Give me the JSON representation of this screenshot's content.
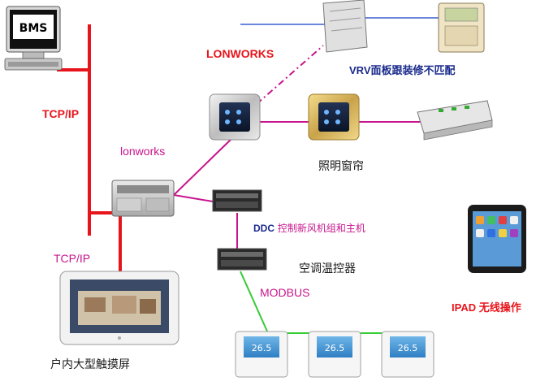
{
  "labels": {
    "bms": "BMS",
    "tcpip_top": "TCP/IP",
    "tcpip_bottom": "TCP/IP",
    "lonworks_upper": "LONWORKS",
    "lonworks_lower": "lonworks",
    "vrv": "VRV面板跟装修不匹配",
    "lighting": "照明窗帘",
    "ddc": "DDC",
    "ddc_desc": "控制新风机组和主机",
    "thermostat": "空调温控器",
    "modbus": "MODBUS",
    "ipad": "IPAD 无线操作",
    "touchscreen": "户内大型触摸屏"
  },
  "thermostat_readings": [
    "26.5",
    "26.5",
    "26.5"
  ],
  "colors": {
    "tcpip": "#e8141b",
    "lonworks": "#c8148c",
    "vrv_link": "#3a5fcd",
    "modbus": "#33cc33"
  }
}
